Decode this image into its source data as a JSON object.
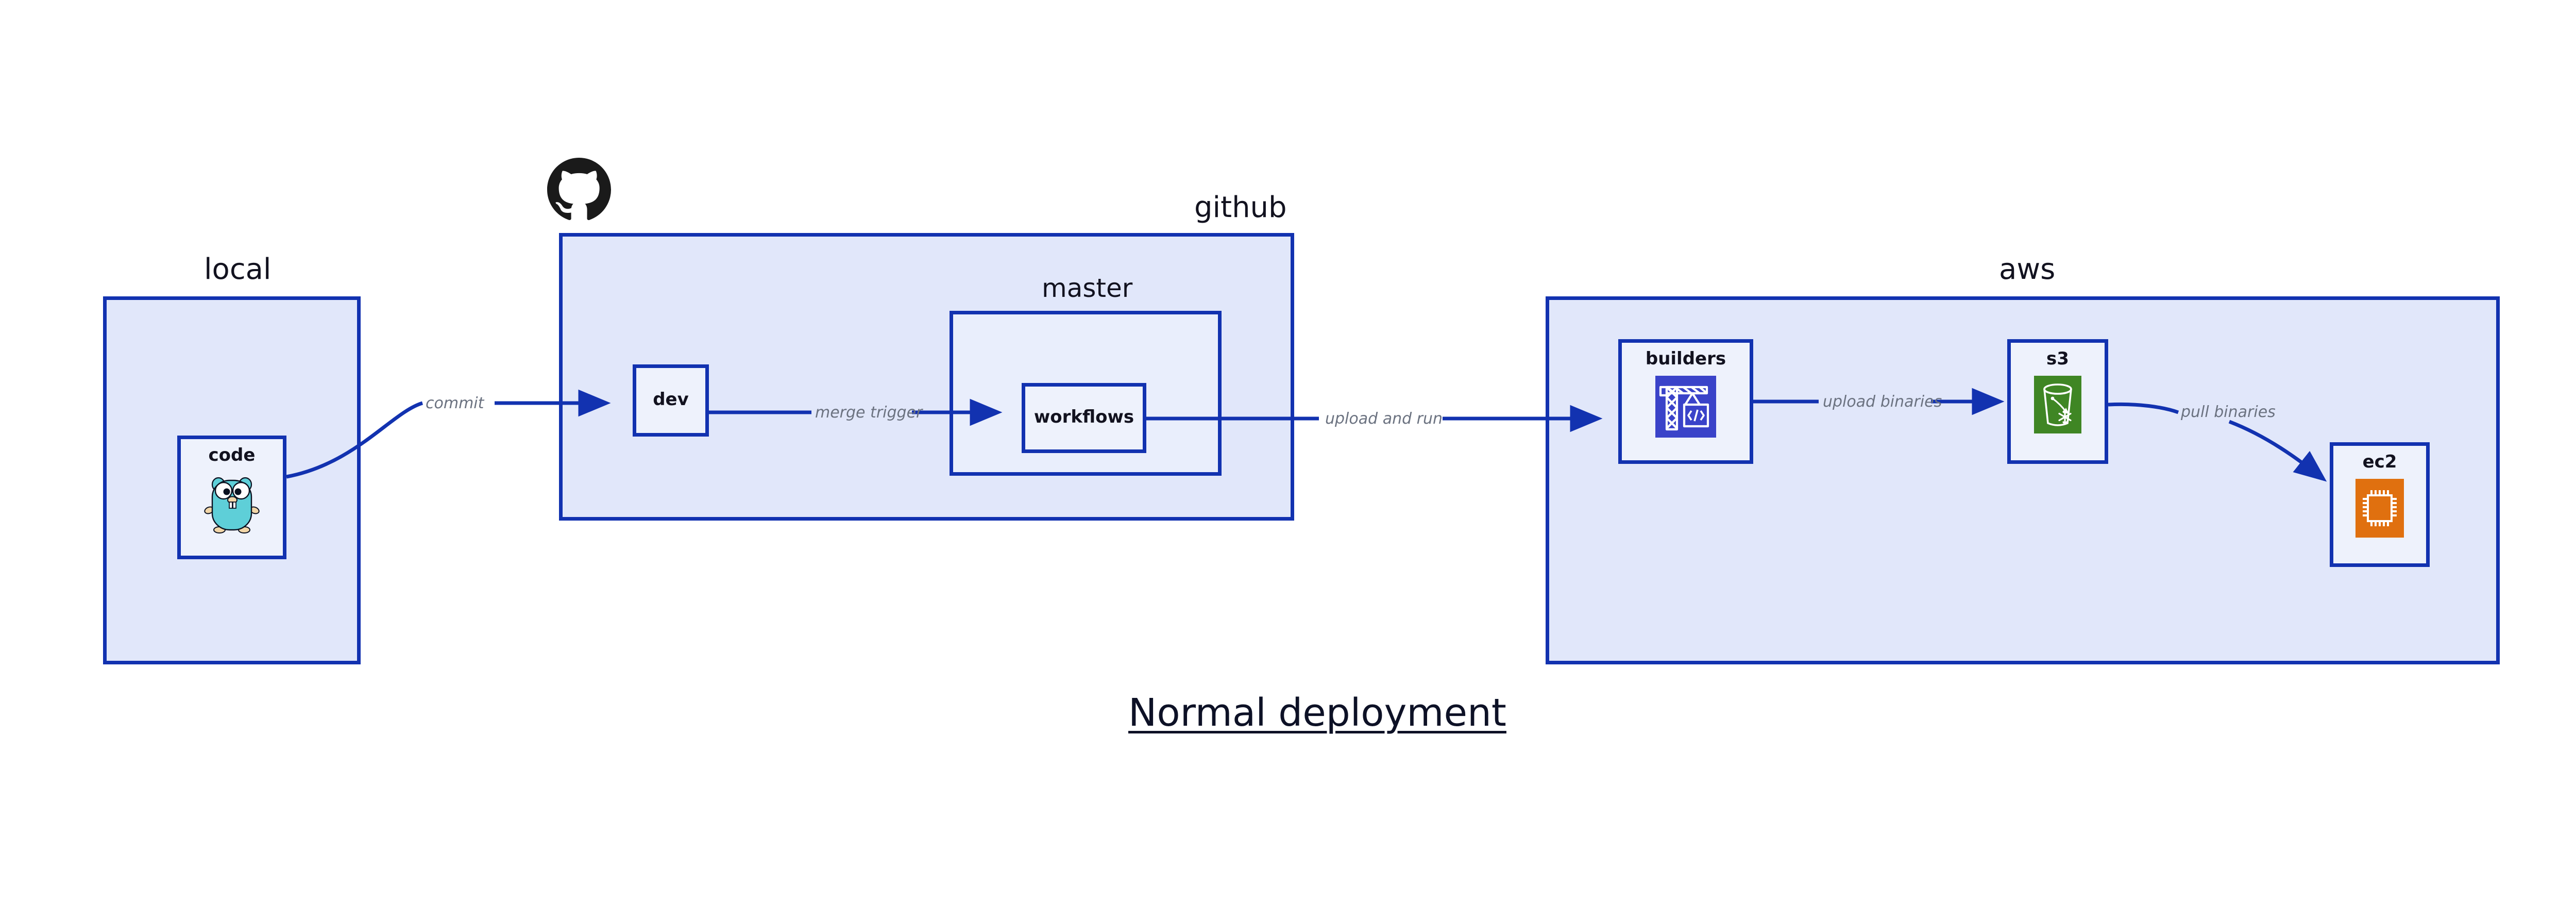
{
  "diagram": {
    "title": "Normal deployment",
    "background_color": "#ffffff",
    "accent_color": "#1232b0",
    "group_fill": "#e1e7fa",
    "node_fill": "#eef2fc",
    "label_color": "#6b7280",
    "title_color": "#0d1126"
  },
  "groups": [
    {
      "id": "local",
      "label": "local"
    },
    {
      "id": "github",
      "label": "github"
    },
    {
      "id": "master",
      "label": "master"
    },
    {
      "id": "aws",
      "label": "aws"
    }
  ],
  "nodes": [
    {
      "id": "code",
      "label": "code",
      "icon": "go-gopher-icon",
      "group": "local"
    },
    {
      "id": "dev",
      "label": "dev",
      "icon": "none",
      "group": "github"
    },
    {
      "id": "workflows",
      "label": "workflows",
      "icon": "none",
      "group": "master"
    },
    {
      "id": "builders",
      "label": "builders",
      "icon": "aws-builders-crane-icon",
      "group": "aws",
      "icon_color": "#3a43c9"
    },
    {
      "id": "s3",
      "label": "s3",
      "icon": "aws-s3-glacier-bucket-icon",
      "group": "aws",
      "icon_color": "#3f8624"
    },
    {
      "id": "ec2",
      "label": "ec2",
      "icon": "aws-ec2-chip-icon",
      "group": "aws",
      "icon_color": "#e0700f"
    }
  ],
  "edges": [
    {
      "id": "commit",
      "label": "commit",
      "from": "code",
      "to": "dev",
      "style": "curved"
    },
    {
      "id": "merge-trigger",
      "label": "merge trigger",
      "from": "dev",
      "to": "workflows",
      "style": "straight"
    },
    {
      "id": "upload-and-run",
      "label": "upload and run",
      "from": "workflows",
      "to": "builders",
      "style": "straight"
    },
    {
      "id": "upload-binaries",
      "label": "upload binaries",
      "from": "builders",
      "to": "s3",
      "style": "straight"
    },
    {
      "id": "pull-binaries",
      "label": "pull binaries",
      "from": "s3",
      "to": "ec2",
      "style": "curved"
    }
  ],
  "logos": [
    {
      "id": "github-octocat",
      "name": "github-octocat-logo",
      "color": "#1a1a1a"
    }
  ]
}
